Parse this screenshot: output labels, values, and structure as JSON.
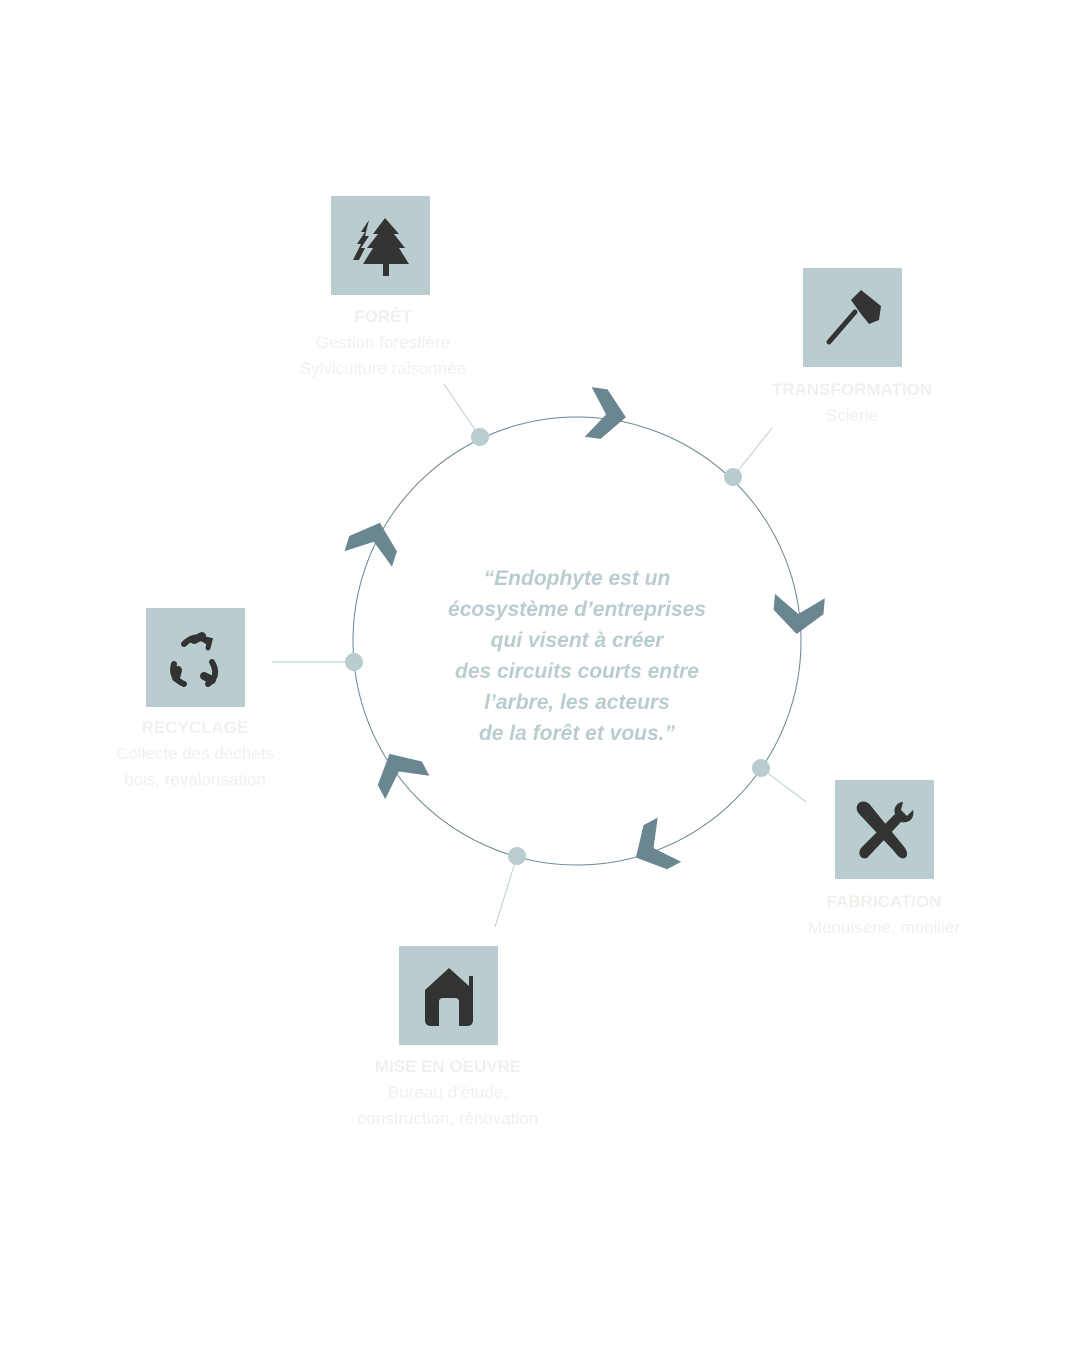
{
  "colors": {
    "circle": "#6a8690",
    "chevron": "#6a8690",
    "box": "#b9cdd1",
    "icon": "#333333",
    "label": "#f1f0ec",
    "quote": "#b9cdd1"
  },
  "quote": {
    "lines": [
      "“Endophyte est un",
      "écosystème d’entreprises",
      "qui visent à créer",
      "des circuits courts entre",
      "l’arbre, les acteurs",
      "de la forêt et vous.”"
    ]
  },
  "stages": [
    {
      "icon": "tree-icon",
      "title": "FORÊT",
      "lines": [
        "Gestion forestière",
        "Sylviculture raisonnée"
      ]
    },
    {
      "icon": "axe-icon",
      "title": "TRANSFORMATION",
      "lines": [
        "Scierie"
      ]
    },
    {
      "icon": "tools-icon",
      "title": "FABRICATION",
      "lines": [
        "Menuiserie, mobilier"
      ]
    },
    {
      "icon": "house-icon",
      "title": "MISE EN OEUVRE",
      "lines": [
        "Bureau d’étude,",
        "construction, rénovation"
      ]
    },
    {
      "icon": "recycle-icon",
      "title": "RECYCLAGE",
      "lines": [
        "Collecte des déchets",
        "bois, revalorisation"
      ]
    }
  ]
}
